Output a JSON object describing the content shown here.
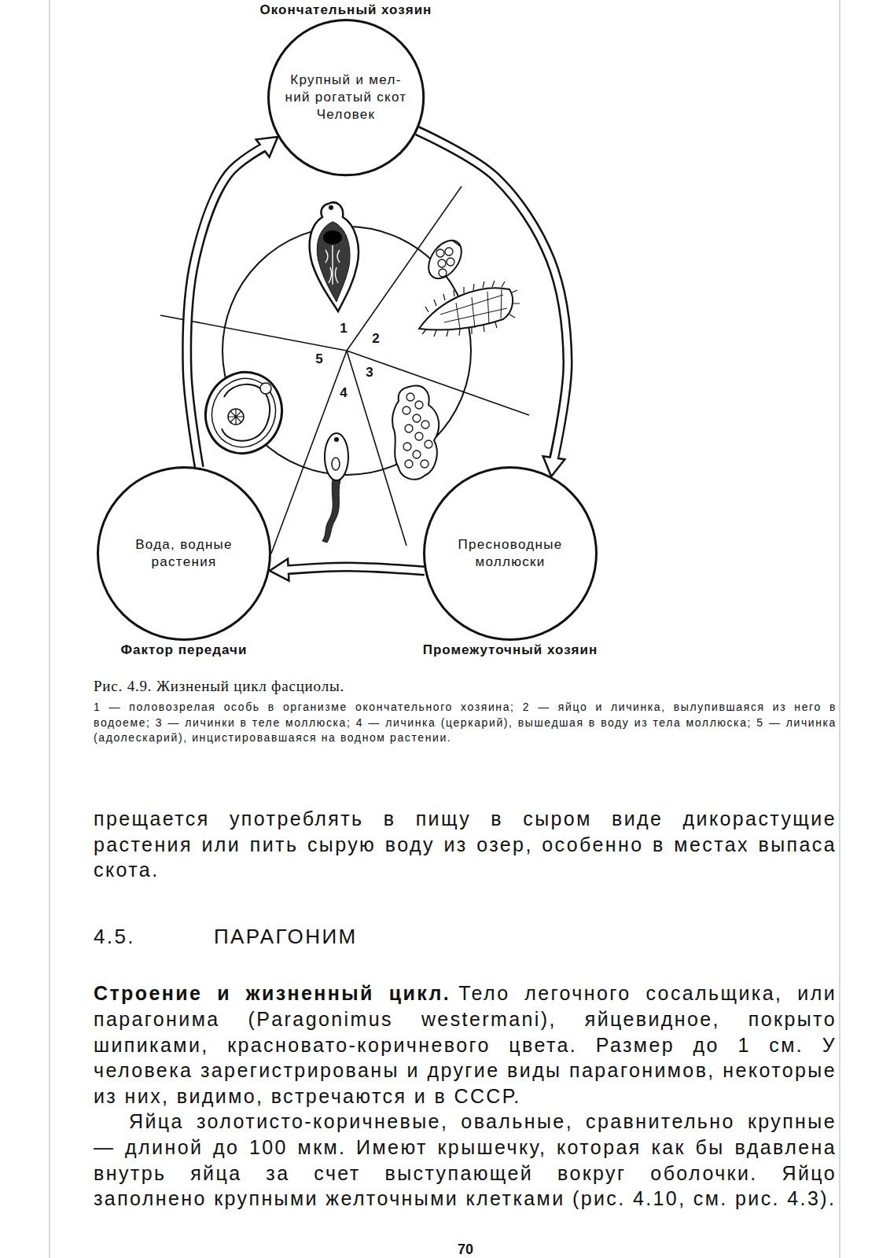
{
  "diagram": {
    "caption": "Рис. 4.9. Жизненый цикл фасциолы.",
    "nodes": [
      {
        "text": [
          "Крупный и мел- ний рогатый скот Человек",
          "Окончательный хозяин"
        ]
      },
      {
        "text": [
          "Вода, водные растения",
          "Фактор передачи"
        ]
      },
      {
        "text": [
          "Пресноводные моллюски",
          "Промежуточный хозяин"
        ]
      }
    ],
    "edges": [
      {
        "from": 0,
        "to": 2,
        "arrow": "to"
      },
      {
        "from": 2,
        "to": 1,
        "arrow": "to"
      },
      {
        "from": 1,
        "to": 0,
        "arrow": "to"
      }
    ],
    "labels": [
      "1",
      "2",
      "3",
      "4",
      "5",
      "1 — половозрелая особь в организме окончательного хозяина; 2 — яйцо и личинка, вылупившаяся из него в водоеме; 3 — личинки в теле моллюска; 4 — личинка (церкарий), вышедшая в воду из тела моллюска; 5 — личинка (адолескарий), инцистировавшаяся на водном растении.",
      "прещается употреблять в пищу в сыром виде дикорастущие растения или пить сырую воду из озер, особенно в местах выпаса скота.",
      "4.5.",
      "ПАРАГОНИМ",
      "Строение и жизненный цикл.",
      "Тело легочного сосальщика, или парагонима (Paragonimus westermani), яйцевидное, покрыто шипиками, красновато-коричневого цвета. Размер до 1 см. У человека зарегистрированы и другие виды парагонимов, некоторые из них, видимо, встречаются и в СССР.",
      "Яйца золотисто-коричневые, овальные, сравнительно крупные — длиной до 100 мкм. Имеют крышечку, которая как бы вдавлена внутрь яйца за счет выступающей вокруг оболочки. Яйцо заполнено крупными желточными клетками (рис. 4.10, см. рис. 4.3).",
      "70"
    ]
  }
}
